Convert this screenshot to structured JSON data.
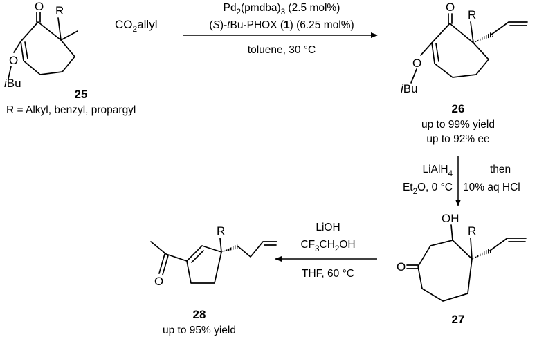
{
  "step1": {
    "reagent_line1": [
      "Pd",
      "2",
      "(pmdba)",
      "3",
      " (2.5 mol%)"
    ],
    "reagent_line2": [
      "(",
      "S",
      ")-",
      "t",
      "Bu-PHOX (",
      "1",
      ") (6.25 mol%)"
    ],
    "reagent_line3": "toluene, 30 °C"
  },
  "step2": {
    "left_line1": [
      "LiAlH",
      "4"
    ],
    "left_line2": [
      "Et",
      "2",
      "O, 0 °C"
    ],
    "right_line1": "then",
    "right_line2": "10% aq HCl"
  },
  "step3": {
    "line1": "LiOH",
    "line2": [
      "CF",
      "3",
      "CH",
      "2",
      "OH"
    ],
    "line3": "THF, 60 °C"
  },
  "compounds": {
    "c25": {
      "number": "25",
      "note": "R = Alkyl, benzyl, propargyl",
      "o_label": "O",
      "r_label": "R",
      "ester_label": [
        "CO",
        "2",
        "allyl"
      ],
      "ether_o_label": "O",
      "ibu_label": [
        "i",
        "Bu"
      ]
    },
    "c26": {
      "number": "26",
      "yield": "up to 99% yield",
      "ee": "up to 92% ee",
      "o_label": "O",
      "r_label": "R",
      "ether_o_label": "O",
      "ibu_label": [
        "i",
        "Bu"
      ]
    },
    "c27": {
      "number": "27",
      "oh_label": "OH",
      "r_label": "R",
      "o_label": "O"
    },
    "c28": {
      "number": "28",
      "yield": "up to 95% yield",
      "o_label": "O",
      "r_label": "R"
    }
  }
}
